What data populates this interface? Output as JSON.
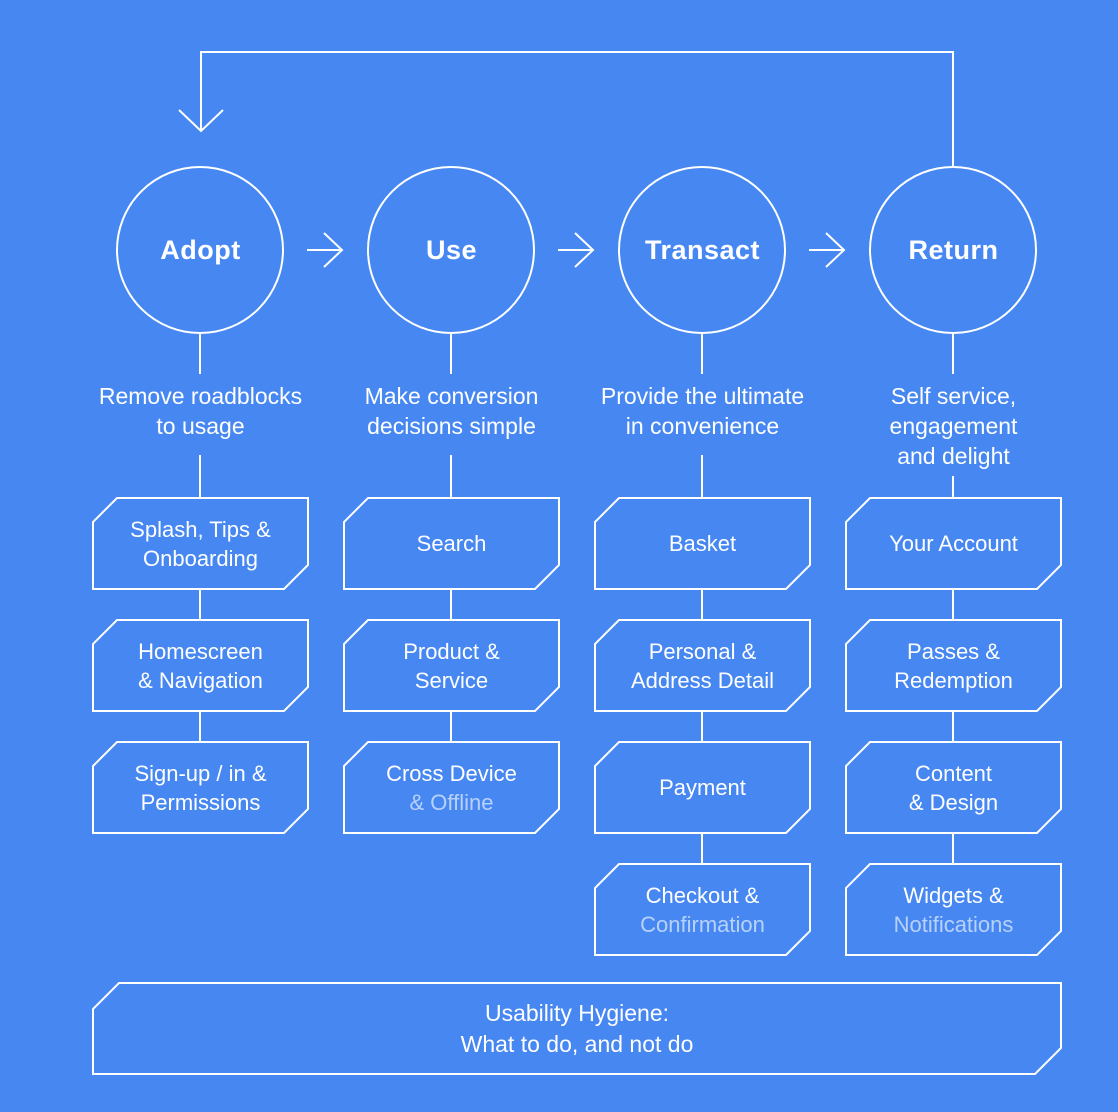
{
  "colors": {
    "background": "#4687F2",
    "stroke": "#FFFFFF",
    "text": "#FFFFFF",
    "secondary_text": "rgba(255,255,255,0.62)"
  },
  "stages": [
    {
      "name": "Adopt",
      "description": [
        "Remove roadblocks",
        "to usage"
      ],
      "boxes": [
        {
          "line1": "Splash, Tips &",
          "line2": "Onboarding",
          "line2_secondary": false
        },
        {
          "line1": "Homescreen",
          "line2": "& Navigation",
          "line2_secondary": false
        },
        {
          "line1": "Sign-up / in &",
          "line2": "Permissions",
          "line2_secondary": false
        }
      ]
    },
    {
      "name": "Use",
      "description": [
        "Make conversion",
        "decisions simple"
      ],
      "boxes": [
        {
          "line1": "Search",
          "line2": "",
          "line2_secondary": false
        },
        {
          "line1": "Product &",
          "line2": "Service",
          "line2_secondary": false
        },
        {
          "line1": "Cross Device",
          "line2": "& Offline",
          "line2_secondary": true
        }
      ]
    },
    {
      "name": "Transact",
      "description": [
        "Provide the ultimate",
        "in convenience"
      ],
      "boxes": [
        {
          "line1": "Basket",
          "line2": "",
          "line2_secondary": false
        },
        {
          "line1": "Personal &",
          "line2": "Address Detail",
          "line2_secondary": false
        },
        {
          "line1": "Payment",
          "line2": "",
          "line2_secondary": false
        },
        {
          "line1": "Checkout &",
          "line2": "Confirmation",
          "line2_secondary": true
        }
      ]
    },
    {
      "name": "Return",
      "description": [
        "Self service,",
        "engagement",
        "and delight"
      ],
      "boxes": [
        {
          "line1": "Your Account",
          "line2": "",
          "line2_secondary": false
        },
        {
          "line1": "Passes &",
          "line2": "Redemption",
          "line2_secondary": false
        },
        {
          "line1": "Content",
          "line2": "& Design",
          "line2_secondary": false
        },
        {
          "line1": "Widgets &",
          "line2": "Notifications",
          "line2_secondary": true
        }
      ]
    }
  ],
  "footer": {
    "line1": "Usability Hygiene:",
    "line2": "What to do, and not do"
  }
}
